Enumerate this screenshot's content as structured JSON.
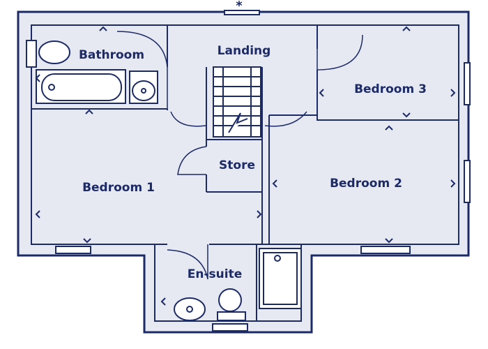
{
  "colors": {
    "wall": "#1c2a66",
    "floor": "#e6e8f2",
    "background": "#ffffff"
  },
  "compass_mark": "*",
  "rooms": {
    "bathroom": "Bathroom",
    "landing": "Landing",
    "bedroom3": "Bedroom 3",
    "store": "Store",
    "bedroom1": "Bedroom 1",
    "bedroom2": "Bedroom 2",
    "ensuite": "En-suite"
  }
}
